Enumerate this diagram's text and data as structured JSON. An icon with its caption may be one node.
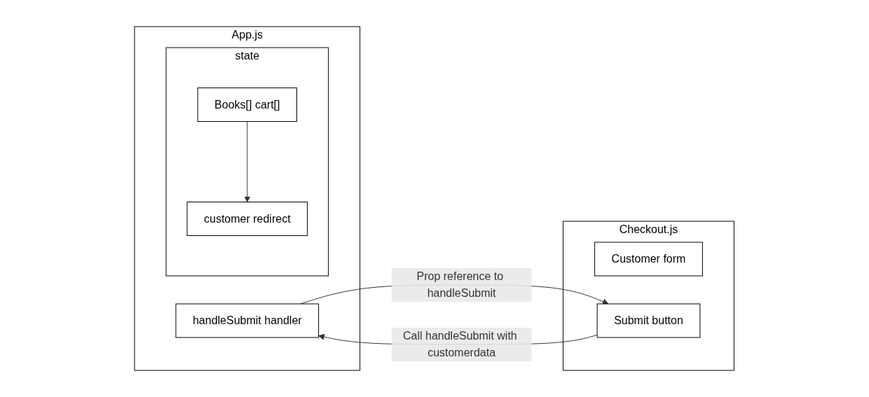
{
  "diagram": {
    "nodes": [
      {
        "text": [
          "App.js"
        ]
      },
      {
        "text": [
          "state"
        ],
        "in": 0
      },
      {
        "text": [
          "Books[] cart[]"
        ],
        "in": 1
      },
      {
        "text": [
          "customer redirect"
        ],
        "in": 1
      },
      {
        "text": [
          "handleSubmit handler"
        ],
        "in": 0
      },
      {
        "text": [
          "Checkout.js"
        ]
      },
      {
        "text": [
          "Customer form"
        ],
        "in": 5
      },
      {
        "text": [
          "Submit button"
        ],
        "in": 5
      }
    ],
    "edges": [
      {
        "from": 2,
        "to": 3,
        "arrow": "to"
      },
      {
        "from": 4,
        "to": 7,
        "arrow": "to",
        "label": "Prop reference to handleSubmit"
      },
      {
        "from": 7,
        "to": 4,
        "arrow": "to",
        "label": "Call handleSubmit with customerdata"
      }
    ]
  }
}
